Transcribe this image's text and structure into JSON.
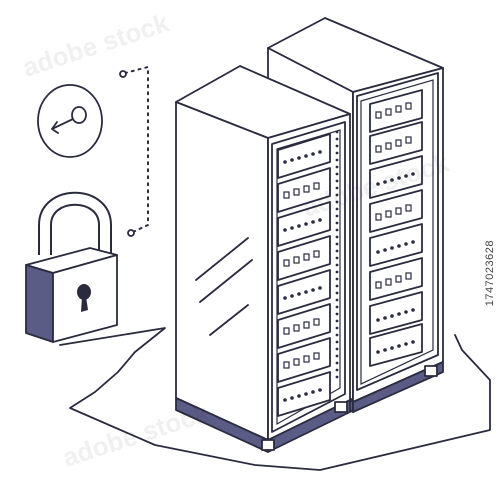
{
  "illustration": {
    "subject": "isometric server racks with padlock and key",
    "colors": {
      "line": "#2a2b3f",
      "accent_fill": "#5b5c86",
      "background": "#ffffff",
      "panel": "#ffffff"
    },
    "icons": [
      "padlock-icon",
      "key-icon",
      "server-rack-icon"
    ]
  },
  "watermark": {
    "text": "adobe stock"
  },
  "stock_id": "1747023628"
}
